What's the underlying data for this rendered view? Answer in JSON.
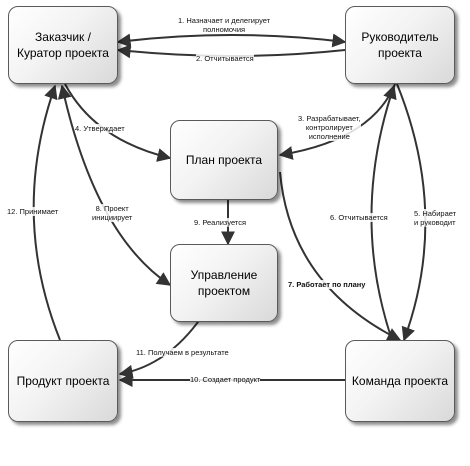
{
  "nodes": {
    "customer": "Заказчик /\nКуратор проекта",
    "manager": "Руководитель\nпроекта",
    "plan": "План проекта",
    "management": "Управление\nпроектом",
    "product": "Продукт проекта",
    "team": "Команда проекта"
  },
  "edges": {
    "e1": "1. Назначает и делегирует\nполномочия",
    "e2": "2. Отчитывается",
    "e3": "3. Разрабатывает,\nконтролирует\nисполнение",
    "e4": "4. Утверждает",
    "e5": "5. Набирает\nи руководит",
    "e6": "6. Отчитывается",
    "e7": "7. Работает по плану",
    "e8": "8. Проект\nинициирует",
    "e9": "9. Реализуется",
    "e10": "10. Создает продукт",
    "e11": "11. Получаем в результате",
    "e12": "12. Принимает"
  }
}
